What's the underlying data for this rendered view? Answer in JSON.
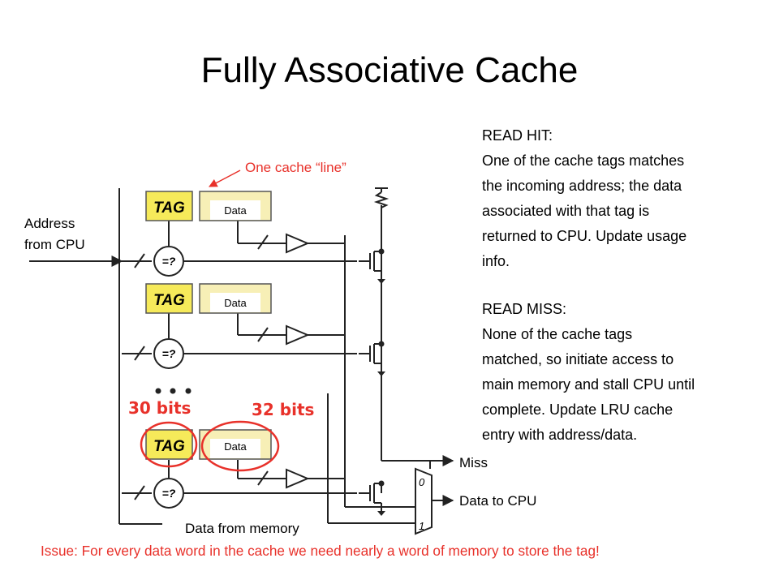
{
  "title": "Fully Associative Cache",
  "labels": {
    "one_cache_line": "One cache “line”",
    "address_line1": "Address",
    "address_line2": "from CPU",
    "tag": "TAG",
    "data": "Data",
    "compare": "=?",
    "bits30": "30 bits",
    "bits32": "32 bits",
    "miss": "Miss",
    "data_to_cpu": "Data to CPU",
    "data_from_memory": "Data from memory",
    "mux_0": "0",
    "mux_1": "1",
    "ellipsis": "• • •"
  },
  "read_hit": {
    "heading": "READ HIT:",
    "lines": [
      "One of the cache tags matches",
      "the incoming address; the data",
      "associated with that tag is",
      "returned to CPU. Update usage",
      "info."
    ]
  },
  "read_miss": {
    "heading": "READ MISS:",
    "lines": [
      "None of the cache tags",
      "matched, so initiate access to",
      "main memory and stall CPU until",
      "complete. Update LRU cache",
      "entry with address/data."
    ]
  },
  "issue": "Issue: For every data word in the cache we need nearly a word of memory to store the tag!",
  "colors": {
    "accent_red": "#e8312a",
    "tag_fill": "#f6ea5a",
    "data_fill": "#f7efb6"
  }
}
